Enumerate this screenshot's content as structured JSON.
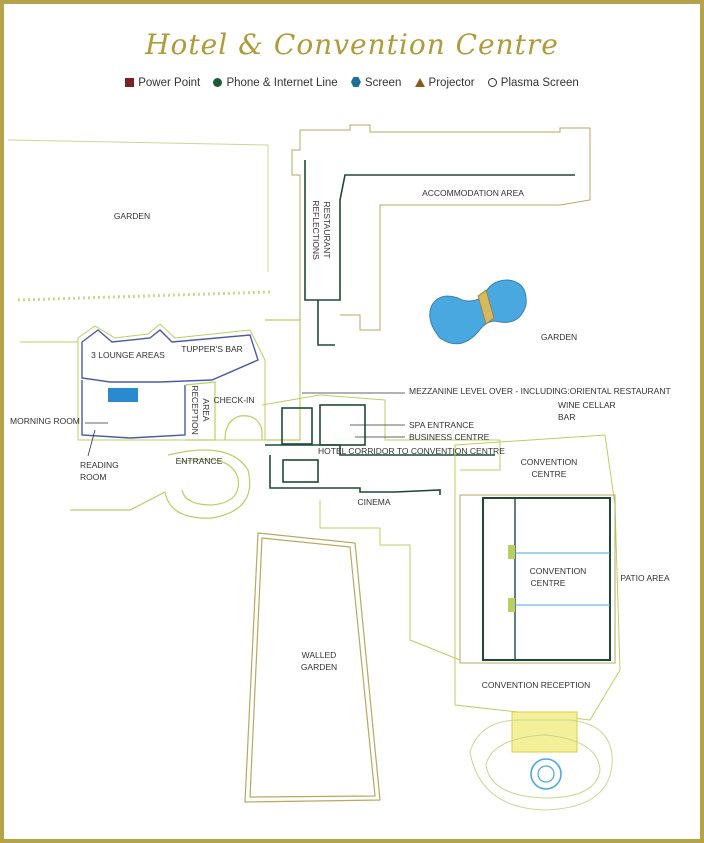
{
  "title": "Hotel & Convention Centre",
  "legend": [
    {
      "symbol": "square",
      "label": "Power Point",
      "color": "#7a2222"
    },
    {
      "symbol": "circle",
      "label": "Phone & Internet Line",
      "color": "#1e5a3a"
    },
    {
      "symbol": "hexagon",
      "label": "Screen",
      "color": "#1e6f9a"
    },
    {
      "symbol": "triangle",
      "label": "Projector",
      "color": "#8a5a1a"
    },
    {
      "symbol": "ring",
      "label": "Plasma Screen",
      "color": "#333333"
    }
  ],
  "labels": {
    "garden_nw": "GARDEN",
    "accommodation": "ACCOMMODATION AREA",
    "reflections_1": "REFLECTIONS",
    "reflections_2": "RESTAURANT",
    "garden_e": "GARDEN",
    "lounge": "3 LOUNGE AREAS",
    "tuppers": "TUPPER'S BAR",
    "mezzanine_1": "MEZZANINE LEVEL OVER - INCLUDING:ORIENTAL RESTAURANT",
    "mezzanine_2": "WINE CELLAR",
    "mezzanine_3": "BAR",
    "morning_room": "MORNING ROOM",
    "reception_1": "RECEPTION",
    "reception_2": "AREA",
    "checkin": "CHECK-IN",
    "spa": "SPA ENTRANCE",
    "business": "BUSINESS CENTRE",
    "corridor": "HOTEL CORRIDOR TO CONVENTION CENTRE",
    "reading_1": "READING",
    "reading_2": "ROOM",
    "entrance": "ENTRANCE",
    "convention_top_1": "CONVENTION",
    "convention_top_2": "CENTRE",
    "cinema": "CINEMA",
    "convention_main_1": "CONVENTION",
    "convention_main_2": "CENTRE",
    "patio": "PATIO AREA",
    "walled_1": "WALLED",
    "walled_2": "GARDEN",
    "convention_reception": "CONVENTION RECEPTION"
  },
  "colors": {
    "border": "#b5a24a",
    "outline_gold": "#b8a860",
    "outline_green": "#1e4a35",
    "outline_lime": "#b8d060",
    "outline_blue": "#4a5aa8",
    "pool": "#4aa8e0"
  }
}
